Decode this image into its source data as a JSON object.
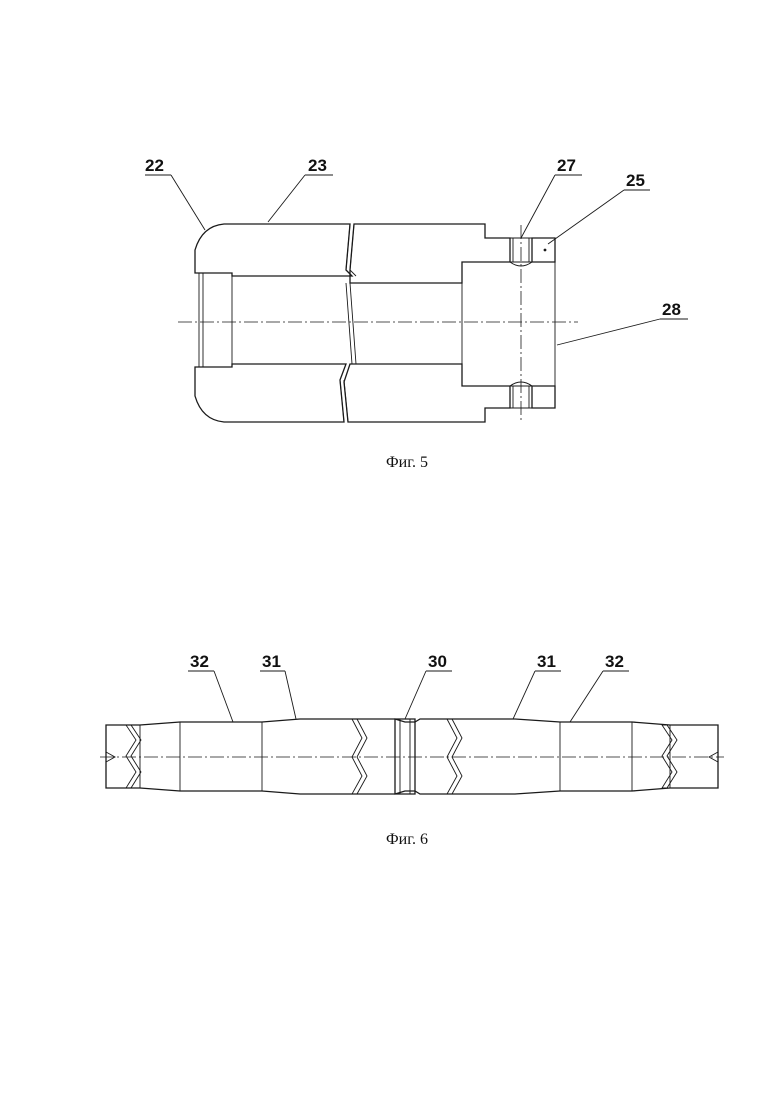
{
  "figures": [
    {
      "caption": "Фиг. 5",
      "labels": [
        "22",
        "23",
        "27",
        "25",
        "28"
      ]
    },
    {
      "caption": "Фиг. 6",
      "labels": [
        "32",
        "31",
        "30",
        "31",
        "32"
      ]
    }
  ]
}
